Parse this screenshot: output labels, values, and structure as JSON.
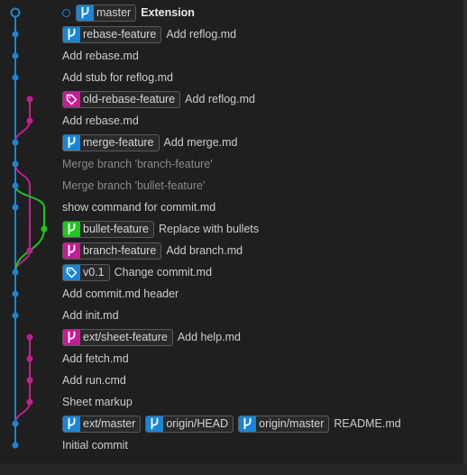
{
  "colors": {
    "blue": "#1a85d6",
    "magenta": "#c51c95",
    "green": "#1ec61e"
  },
  "commits": [
    {
      "message": "Extension",
      "style": "bold",
      "head": true,
      "refs": [
        {
          "label": "master",
          "type": "branch",
          "color": "blue"
        }
      ]
    },
    {
      "message": "Add reflog.md",
      "refs": [
        {
          "label": "rebase-feature",
          "type": "branch",
          "color": "blue"
        }
      ]
    },
    {
      "message": "Add rebase.md",
      "refs": []
    },
    {
      "message": "Add stub for reflog.md",
      "refs": []
    },
    {
      "message": "Add reflog.md",
      "refs": [
        {
          "label": "old-rebase-feature",
          "type": "tag",
          "color": "magenta"
        }
      ]
    },
    {
      "message": "Add rebase.md",
      "refs": []
    },
    {
      "message": "Add merge.md",
      "refs": [
        {
          "label": "merge-feature",
          "type": "branch",
          "color": "blue"
        }
      ]
    },
    {
      "message": "Merge branch 'branch-feature'",
      "style": "dim",
      "refs": []
    },
    {
      "message": "Merge branch 'bullet-feature'",
      "style": "dim",
      "refs": []
    },
    {
      "message": "show command for commit.md",
      "refs": []
    },
    {
      "message": "Replace with bullets",
      "refs": [
        {
          "label": "bullet-feature",
          "type": "branch",
          "color": "green"
        }
      ]
    },
    {
      "message": "Add branch.md",
      "refs": [
        {
          "label": "branch-feature",
          "type": "branch",
          "color": "magenta"
        }
      ]
    },
    {
      "message": "Change commit.md",
      "refs": [
        {
          "label": "v0.1",
          "type": "tag",
          "color": "blue"
        }
      ]
    },
    {
      "message": "Add commit.md header",
      "refs": []
    },
    {
      "message": "Add init.md",
      "refs": []
    },
    {
      "message": "Add help.md",
      "refs": [
        {
          "label": "ext/sheet-feature",
          "type": "branch",
          "color": "magenta"
        }
      ]
    },
    {
      "message": "Add fetch.md",
      "refs": []
    },
    {
      "message": "Add run.cmd",
      "refs": []
    },
    {
      "message": "Sheet markup",
      "refs": []
    },
    {
      "message": "README.md",
      "refs": [
        {
          "label": "ext/master",
          "type": "branch",
          "color": "blue"
        },
        {
          "label": "origin/HEAD",
          "type": "branch",
          "color": "blue"
        },
        {
          "label": "origin/master",
          "type": "branch",
          "color": "blue"
        }
      ]
    },
    {
      "message": "Initial commit",
      "refs": []
    }
  ]
}
